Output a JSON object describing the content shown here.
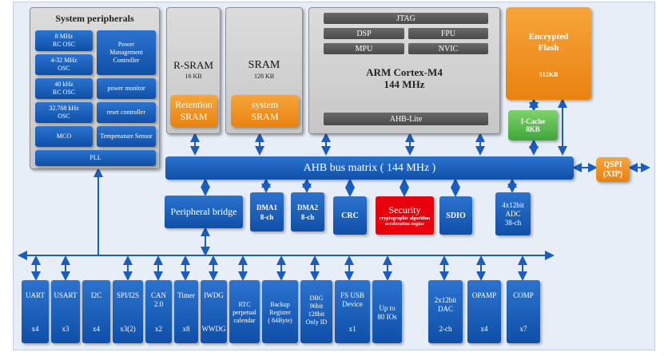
{
  "system_peripherals": {
    "title": "System peripherals",
    "osc_8mhz": "8 MHz\nRC OSC",
    "osc_4_32mhz": "4-32 MHz\nOSC",
    "osc_40khz": "40 kHz\nRC OSC",
    "osc_32khz": "32.768 kHz\nOSC",
    "mco": "MCO",
    "pmc": "Power\nManagement\nController",
    "power_monitor": "power monitor",
    "reset_controller": "reset controller",
    "temp_sensor": "Tempenature Sensor",
    "pll": "PLL"
  },
  "rsram": {
    "title": "R-SRAM",
    "size": "16 KB",
    "inner": "Retention\nSRAM"
  },
  "sram": {
    "title": "SRAM",
    "size": "128 KB",
    "inner": "system\nSRAM"
  },
  "core": {
    "jtag": "JTAG",
    "dsp": "DSP",
    "fpu": "FPU",
    "mpu": "MPU",
    "nvic": "NVIC",
    "title": "ARM Cortex-M4",
    "freq": "144 MHz",
    "bus": "AHB-Lite"
  },
  "flash": {
    "title": "Encrypted\nFlash",
    "size": "512KB"
  },
  "icache": {
    "title": "I-Cache",
    "size": "8KB"
  },
  "qspi": "QSPI\n(XIP)",
  "ahb_matrix": "AHB bus matrix ( 144 MHz )",
  "ahb_blocks": {
    "bridge": "Peripheral bridge",
    "dma1": "DMA1\n8-ch",
    "dma2": "DMA2\n8-ch",
    "crc": "CRC",
    "security_title": "Security",
    "security_sub": "cryptographic algorithm\nacceleration engine",
    "sdio": "SDIO",
    "adc": "4x12bit\nADC\n38-ch"
  },
  "peripherals": [
    {
      "name": "UART",
      "count": "x4"
    },
    {
      "name": "USART",
      "count": "x3"
    },
    {
      "name": "I2C",
      "count": "x4"
    },
    {
      "name": "SPI/I2S",
      "count": "x3(2)"
    },
    {
      "name": "CAN\n2.0",
      "count": "x2"
    },
    {
      "name": "Timer",
      "count": "x8"
    },
    {
      "name": "IWDG",
      "count": "WWDG"
    },
    {
      "name": "RTC\nperpetual\ncalendar",
      "count": ""
    },
    {
      "name": "Backup\nRegister\n( 84Byte)",
      "count": ""
    },
    {
      "name": "DBG\n96bit\n128bit\nOnly ID",
      "count": ""
    },
    {
      "name": "FS USB\nDevice",
      "count": "x1"
    },
    {
      "name": "Up to\n80 IOs",
      "count": ""
    },
    {
      "name": "2x12bit\nDAC",
      "count": "2-ch"
    },
    {
      "name": "OPAMP",
      "count": "x4"
    },
    {
      "name": "COMP",
      "count": "x7"
    }
  ],
  "colors": {
    "blue": "#1559b8",
    "gray_panel": "#d2d2d2",
    "orange": "#f0921e",
    "green": "#5cbd4c",
    "red": "#e8000d",
    "background": "#e7eef8"
  }
}
